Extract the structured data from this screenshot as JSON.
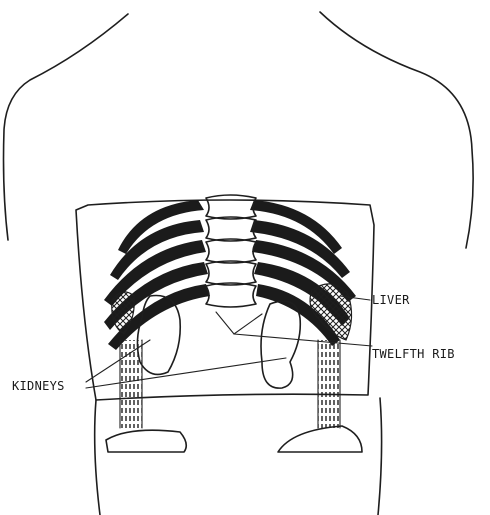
{
  "labels": {
    "liver": "LIVER",
    "twelfth_rib": "TWELFTH RIB",
    "kidneys": "KIDNEYS"
  },
  "colors": {
    "ink": "#1e1e1e",
    "background": "#ffffff"
  }
}
